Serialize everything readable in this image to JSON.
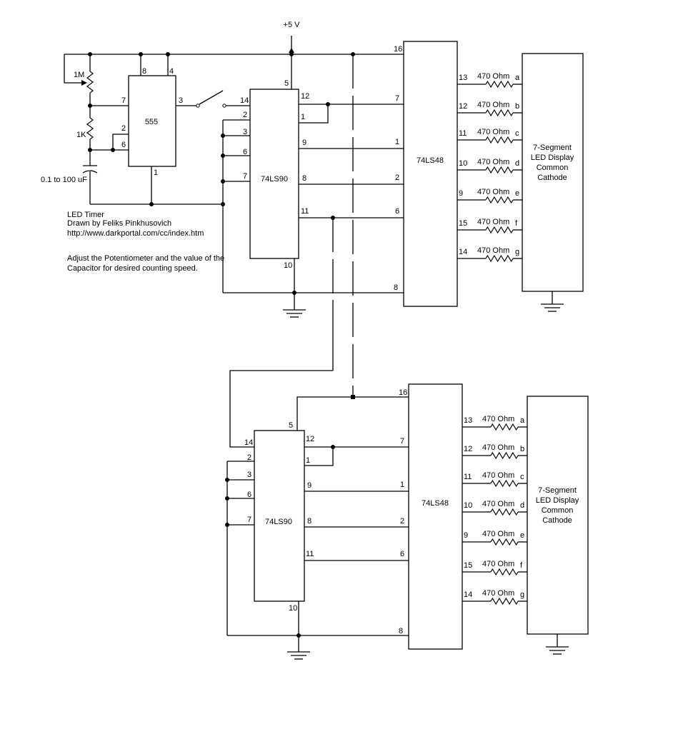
{
  "supply_label": "+5 V",
  "notes": {
    "title": "LED Timer",
    "author": "Drawn by Feliks Pinkhusovich",
    "url": "http://www.darkportal.com/cc/index.htm",
    "instruction_line1": "Adjust the Potentiometer and the value of the",
    "instruction_line2": "Capacitor for desired counting speed."
  },
  "timer": {
    "name": "555",
    "pins": {
      "p8": "8",
      "p4": "4",
      "p7": "7",
      "p3": "3",
      "p2": "2",
      "p6": "6",
      "p1": "1"
    },
    "pot_label": "1M",
    "resistor_label": "1K",
    "cap_label": "0.1 to 100 uF"
  },
  "stages": [
    {
      "counter": {
        "name": "74LS90",
        "pins": {
          "p5": "5",
          "p14": "14",
          "p2": "2",
          "p3": "3",
          "p6": "6",
          "p7": "7",
          "p12": "12",
          "p1": "1",
          "p9": "9",
          "p8": "8",
          "p11": "11",
          "p10": "10"
        }
      },
      "decoder": {
        "name": "74LS48",
        "pins": {
          "p16": "16",
          "p7": "7",
          "p1": "1",
          "p2": "2",
          "p6": "6",
          "p8": "8"
        }
      },
      "segments": [
        {
          "pin": "13",
          "resistor": "470 Ohm",
          "segment": "a"
        },
        {
          "pin": "12",
          "resistor": "470 Ohm",
          "segment": "b"
        },
        {
          "pin": "11",
          "resistor": "470 Ohm",
          "segment": "c"
        },
        {
          "pin": "10",
          "resistor": "470 Ohm",
          "segment": "d"
        },
        {
          "pin": "9",
          "resistor": "470 Ohm",
          "segment": "e"
        },
        {
          "pin": "15",
          "resistor": "470 Ohm",
          "segment": "f"
        },
        {
          "pin": "14",
          "resistor": "470 Ohm",
          "segment": "g"
        }
      ],
      "display": {
        "line1": "7-Segment",
        "line2": "LED Display",
        "line3": "Common",
        "line4": "Cathode"
      }
    },
    {
      "counter": {
        "name": "74LS90",
        "pins": {
          "p5": "5",
          "p14": "14",
          "p2": "2",
          "p3": "3",
          "p6": "6",
          "p7": "7",
          "p12": "12",
          "p1": "1",
          "p9": "9",
          "p8": "8",
          "p11": "11",
          "p10": "10"
        }
      },
      "decoder": {
        "name": "74LS48",
        "pins": {
          "p16": "16",
          "p7": "7",
          "p1": "1",
          "p2": "2",
          "p6": "6",
          "p8": "8"
        }
      },
      "segments": [
        {
          "pin": "13",
          "resistor": "470 Ohm",
          "segment": "a"
        },
        {
          "pin": "12",
          "resistor": "470 Ohm",
          "segment": "b"
        },
        {
          "pin": "11",
          "resistor": "470 Ohm",
          "segment": "c"
        },
        {
          "pin": "10",
          "resistor": "470 Ohm",
          "segment": "d"
        },
        {
          "pin": "9",
          "resistor": "470 Ohm",
          "segment": "e"
        },
        {
          "pin": "15",
          "resistor": "470 Ohm",
          "segment": "f"
        },
        {
          "pin": "14",
          "resistor": "470 Ohm",
          "segment": "g"
        }
      ],
      "display": {
        "line1": "7-Segment",
        "line2": "LED Display",
        "line3": "Common",
        "line4": "Cathode"
      }
    }
  ]
}
